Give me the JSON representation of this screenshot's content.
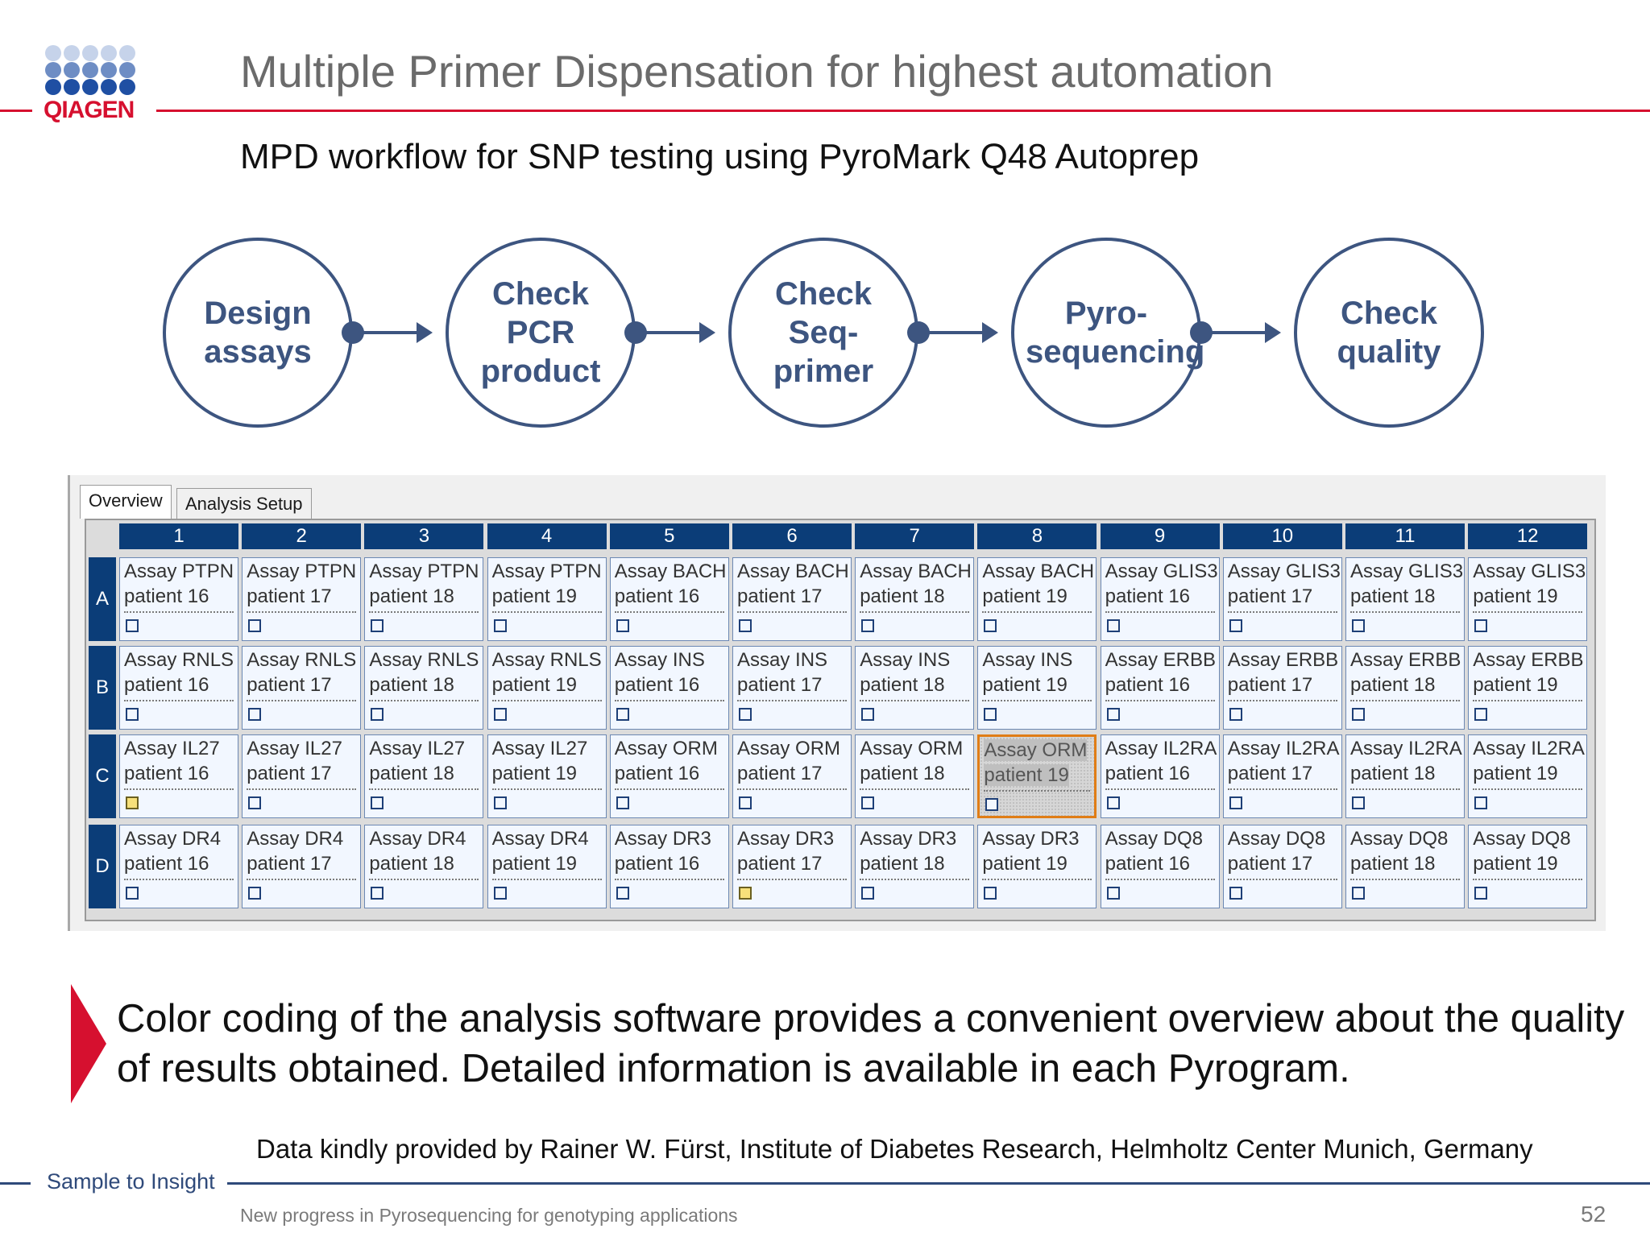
{
  "header": {
    "logo_text": "QIAGEN",
    "title": "Multiple Primer Dispensation for highest automation",
    "subtitle": "MPD workflow for SNP testing using PyroMark Q48 Autoprep"
  },
  "workflow": {
    "steps": [
      "Design assays",
      "Check PCR product",
      "Check Seq- primer",
      "Pyro- sequencing",
      "Check quality"
    ]
  },
  "software": {
    "tabs": [
      "Overview",
      "Analysis Setup"
    ],
    "active_tab": "Overview",
    "columns": [
      "1",
      "2",
      "3",
      "4",
      "5",
      "6",
      "7",
      "8",
      "9",
      "10",
      "11",
      "12"
    ],
    "rows": [
      {
        "label": "A",
        "cells": [
          {
            "assay": "Assay PTPN",
            "patient": "patient 16"
          },
          {
            "assay": "Assay PTPN",
            "patient": "patient 17"
          },
          {
            "assay": "Assay PTPN",
            "patient": "patient 18"
          },
          {
            "assay": "Assay PTPN",
            "patient": "patient 19"
          },
          {
            "assay": "Assay BACH",
            "patient": "patient 16"
          },
          {
            "assay": "Assay BACH",
            "patient": "patient 17"
          },
          {
            "assay": "Assay BACH",
            "patient": "patient 18"
          },
          {
            "assay": "Assay BACH",
            "patient": "patient 19"
          },
          {
            "assay": "Assay GLIS3",
            "patient": "patient 16"
          },
          {
            "assay": "Assay GLIS3",
            "patient": "patient 17"
          },
          {
            "assay": "Assay GLIS3",
            "patient": "patient 18"
          },
          {
            "assay": "Assay GLIS3",
            "patient": "patient 19"
          }
        ]
      },
      {
        "label": "B",
        "cells": [
          {
            "assay": "Assay RNLS",
            "patient": "patient 16"
          },
          {
            "assay": "Assay RNLS",
            "patient": "patient 17"
          },
          {
            "assay": "Assay RNLS",
            "patient": "patient 18"
          },
          {
            "assay": "Assay RNLS",
            "patient": "patient 19"
          },
          {
            "assay": "Assay INS",
            "patient": "patient 16"
          },
          {
            "assay": "Assay INS",
            "patient": "patient 17"
          },
          {
            "assay": "Assay INS",
            "patient": "patient 18"
          },
          {
            "assay": "Assay INS",
            "patient": "patient 19"
          },
          {
            "assay": "Assay ERBB",
            "patient": "patient 16"
          },
          {
            "assay": "Assay ERBB",
            "patient": "patient 17"
          },
          {
            "assay": "Assay ERBB",
            "patient": "patient 18"
          },
          {
            "assay": "Assay ERBB",
            "patient": "patient 19"
          }
        ]
      },
      {
        "label": "C",
        "cells": [
          {
            "assay": "Assay IL27",
            "patient": "patient 16",
            "status": "yellow"
          },
          {
            "assay": "Assay IL27",
            "patient": "patient 17"
          },
          {
            "assay": "Assay IL27",
            "patient": "patient 18"
          },
          {
            "assay": "Assay IL27",
            "patient": "patient 19"
          },
          {
            "assay": "Assay ORM",
            "patient": "patient 16"
          },
          {
            "assay": "Assay ORM",
            "patient": "patient 17"
          },
          {
            "assay": "Assay ORM",
            "patient": "patient 18"
          },
          {
            "assay": "Assay ORM",
            "patient": "patient 19",
            "selected": true
          },
          {
            "assay": "Assay IL2RA",
            "patient": "patient 16"
          },
          {
            "assay": "Assay IL2RA",
            "patient": "patient 17"
          },
          {
            "assay": "Assay IL2RA",
            "patient": "patient 18"
          },
          {
            "assay": "Assay IL2RA",
            "patient": "patient 19"
          }
        ]
      },
      {
        "label": "D",
        "cells": [
          {
            "assay": "Assay DR4",
            "patient": "patient 16"
          },
          {
            "assay": "Assay DR4",
            "patient": "patient 17"
          },
          {
            "assay": "Assay DR4",
            "patient": "patient 18"
          },
          {
            "assay": "Assay DR4",
            "patient": "patient 19"
          },
          {
            "assay": "Assay DR3",
            "patient": "patient 16"
          },
          {
            "assay": "Assay DR3",
            "patient": "patient 17",
            "status": "yellow"
          },
          {
            "assay": "Assay DR3",
            "patient": "patient 18"
          },
          {
            "assay": "Assay DR3",
            "patient": "patient 19"
          },
          {
            "assay": "Assay DQ8",
            "patient": "patient 16"
          },
          {
            "assay": "Assay DQ8",
            "patient": "patient 17"
          },
          {
            "assay": "Assay DQ8",
            "patient": "patient 18"
          },
          {
            "assay": "Assay DQ8",
            "patient": "patient 19"
          }
        ]
      }
    ]
  },
  "note": "Color coding of the analysis software provides a convenient overview about the quality of results obtained. Detailed information is available in each Pyrogram.",
  "credit": "Data kindly provided by Rainer W. Fürst, Institute of Diabetes Research, Helmholtz Center Munich, Germany",
  "footer": {
    "tagline": "Sample to Insight",
    "text": "New progress in Pyrosequencing for genotyping applications",
    "page": "52"
  },
  "colors": {
    "brand_red": "#d6102f",
    "navy": "#0b3d78",
    "circle": "#3d5580",
    "warn_yellow": "#f7e07a",
    "selected_border": "#e07d16"
  }
}
